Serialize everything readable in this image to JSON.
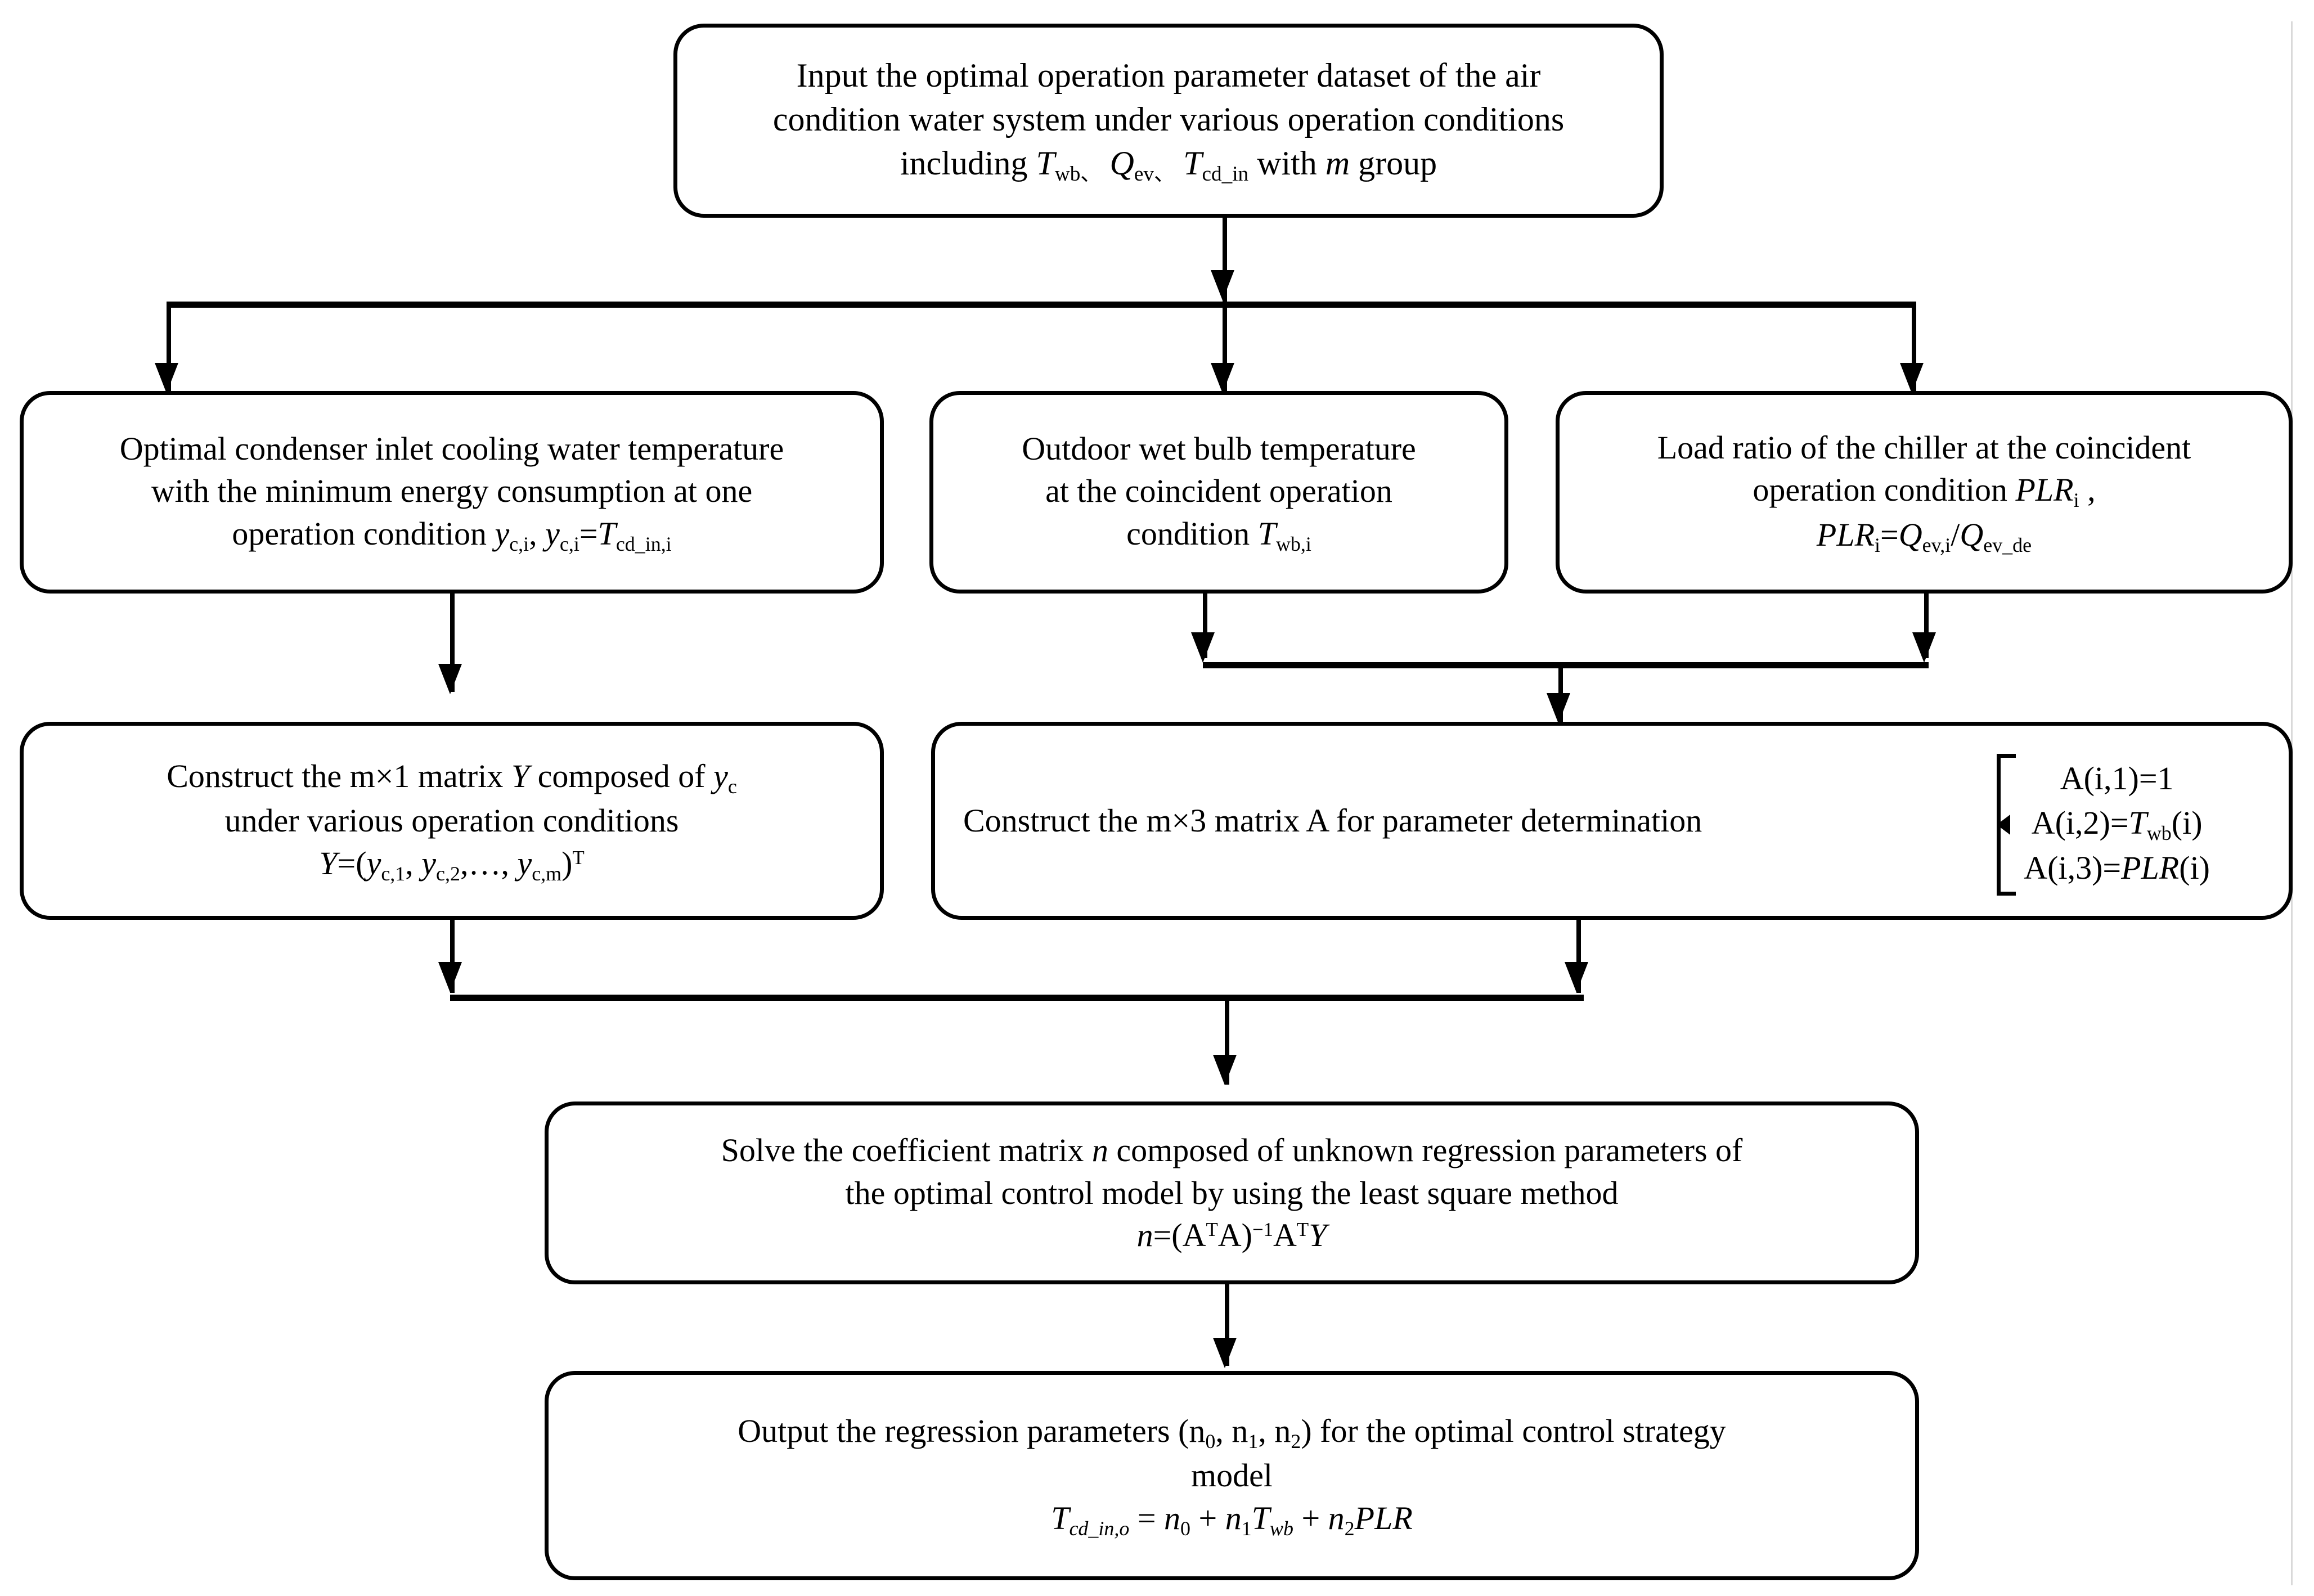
{
  "diagram": {
    "title": "Flowchart of optimal control model parameter regression",
    "line_color": "#000000",
    "box_fill": "#ffffff",
    "page_rule_color": "#d9d9d9"
  },
  "boxes": {
    "input": {
      "name": "input-dataset-box",
      "line1": "Input the optimal operation parameter dataset of the air",
      "line2": "condition water system under various operation conditions",
      "line3_a": "including ",
      "line3_T": "T",
      "line3_Tsub": "wb、",
      "line3_Q": "Q",
      "line3_Qsub": "ev、",
      "line3_T2": "T",
      "line3_T2sub": "cd_in",
      "line3_b": " with ",
      "line3_m": "m",
      "line3_c": " group"
    },
    "condenser": {
      "name": "optimal-condenser-temperature-box",
      "line1": "Optimal condenser inlet cooling water temperature",
      "line2": "with the minimum energy consumption at one",
      "line3_a": "operation condition ",
      "line3_y1": "y",
      "line3_y1sub": "c,i",
      "line3_comma": ", ",
      "line3_y2": "y",
      "line3_y2sub": "c,i",
      "line3_eq": "=",
      "line3_T": "T",
      "line3_Tsub": "cd_in,i"
    },
    "wetbulb": {
      "name": "outdoor-wet-bulb-box",
      "line1": "Outdoor wet bulb temperature",
      "line2": "at the coincident operation",
      "line3_a": "condition ",
      "line3_T": "T",
      "line3_Tsub": "wb,i"
    },
    "loadratio": {
      "name": "chiller-load-ratio-box",
      "line1": "Load ratio of the chiller at the coincident",
      "line2_a": "operation condition ",
      "line2_PLR": "PLR",
      "line2_PLRsub": "i",
      "line2_b": " ,",
      "line3_PLR": "PLR",
      "line3_PLRsub": "i",
      "line3_eq": "=",
      "line3_Q1": "Q",
      "line3_Q1sub": "ev,i",
      "line3_slash": "/",
      "line3_Q2": "Q",
      "line3_Q2sub": "ev_de"
    },
    "matrixY": {
      "name": "construct-matrix-y-box",
      "line1_a": "Construct the m",
      "line1_times": "×",
      "line1_b": "1 matrix ",
      "line1_Y": "Y",
      "line1_c": " composed of ",
      "line1_y": "y",
      "line1_ysub": "c",
      "line2": "under various operation conditions",
      "line3_Y": "Y",
      "line3_eq": "=(",
      "line3_y1": "y",
      "line3_y1sub": "c,1",
      "line3_sep1": ", ",
      "line3_y2": "y",
      "line3_y2sub": "c,2",
      "line3_sep2": ",…, ",
      "line3_y3": "y",
      "line3_y3sub": "c,m",
      "line3_close": ")",
      "line3_sup": "T"
    },
    "matrixA": {
      "name": "construct-matrix-a-box",
      "label_a": "Construct the m",
      "label_times": "×",
      "label_b": "3 matrix A for parameter determination",
      "brace_items": [
        {
          "prefix": "A(i,1)=1",
          "var": "",
          "varsub": "",
          "suffix": ""
        },
        {
          "prefix": "A(i,2)=",
          "var": "T",
          "varsub": "wb",
          "suffix": "(i)"
        },
        {
          "prefix": "A(i,3)=",
          "var": "PLR",
          "varsub": "",
          "suffix": "(i)"
        }
      ]
    },
    "leastsquare": {
      "name": "solve-coefficient-matrix-box",
      "line1_a": "Solve the coefficient matrix ",
      "line1_n": "n",
      "line1_b": " composed of unknown regression parameters of",
      "line2": "the optimal control model by using the least square method",
      "line3_n": "n",
      "line3_a": "=(A",
      "line3_sup1": "T",
      "line3_b": "A)",
      "line3_sup2": "−1",
      "line3_c": "A",
      "line3_sup3": "T",
      "line3_Y": "Y"
    },
    "output": {
      "name": "output-regression-parameters-box",
      "line1_a": "Output the regression parameters (n",
      "line1_sub0": "0",
      "line1_b": ", n",
      "line1_sub1": "1",
      "line1_c": ", n",
      "line1_sub2": "2",
      "line1_d": ") for the optimal control strategy",
      "line2": "model",
      "line3_T": "T",
      "line3_Tsub": "cd_in,o",
      "line3_eq": " = ",
      "line3_n0": "n",
      "line3_n0sub": "0",
      "line3_plus1": " + ",
      "line3_n1": "n",
      "line3_n1sub": "1",
      "line3_T2": "T",
      "line3_T2sub": "wb",
      "line3_plus2": " + ",
      "line3_n2": "n",
      "line3_n2sub": "2",
      "line3_PLR": "PLR"
    }
  },
  "connectors": [
    {
      "name": "input-to-bus",
      "type": "arrow-down"
    },
    {
      "name": "split-bus",
      "type": "horizontal-bus"
    },
    {
      "name": "bus-to-condenser",
      "type": "arrow-down"
    },
    {
      "name": "bus-to-wetbulb",
      "type": "arrow-down"
    },
    {
      "name": "bus-to-loadratio",
      "type": "arrow-down"
    },
    {
      "name": "condenser-to-matrixY",
      "type": "arrow-down"
    },
    {
      "name": "wetbulb-to-merge",
      "type": "arrow-down"
    },
    {
      "name": "loadratio-to-merge",
      "type": "arrow-down"
    },
    {
      "name": "merge-bus-row2",
      "type": "horizontal-bus"
    },
    {
      "name": "merge-to-matrixA",
      "type": "arrow-down"
    },
    {
      "name": "matrixY-to-merge",
      "type": "arrow-down"
    },
    {
      "name": "matrixA-to-merge",
      "type": "arrow-down"
    },
    {
      "name": "merge-bus-row3",
      "type": "horizontal-bus"
    },
    {
      "name": "merge-to-leastsquare",
      "type": "arrow-down"
    },
    {
      "name": "leastsquare-to-output",
      "type": "arrow-down"
    }
  ]
}
